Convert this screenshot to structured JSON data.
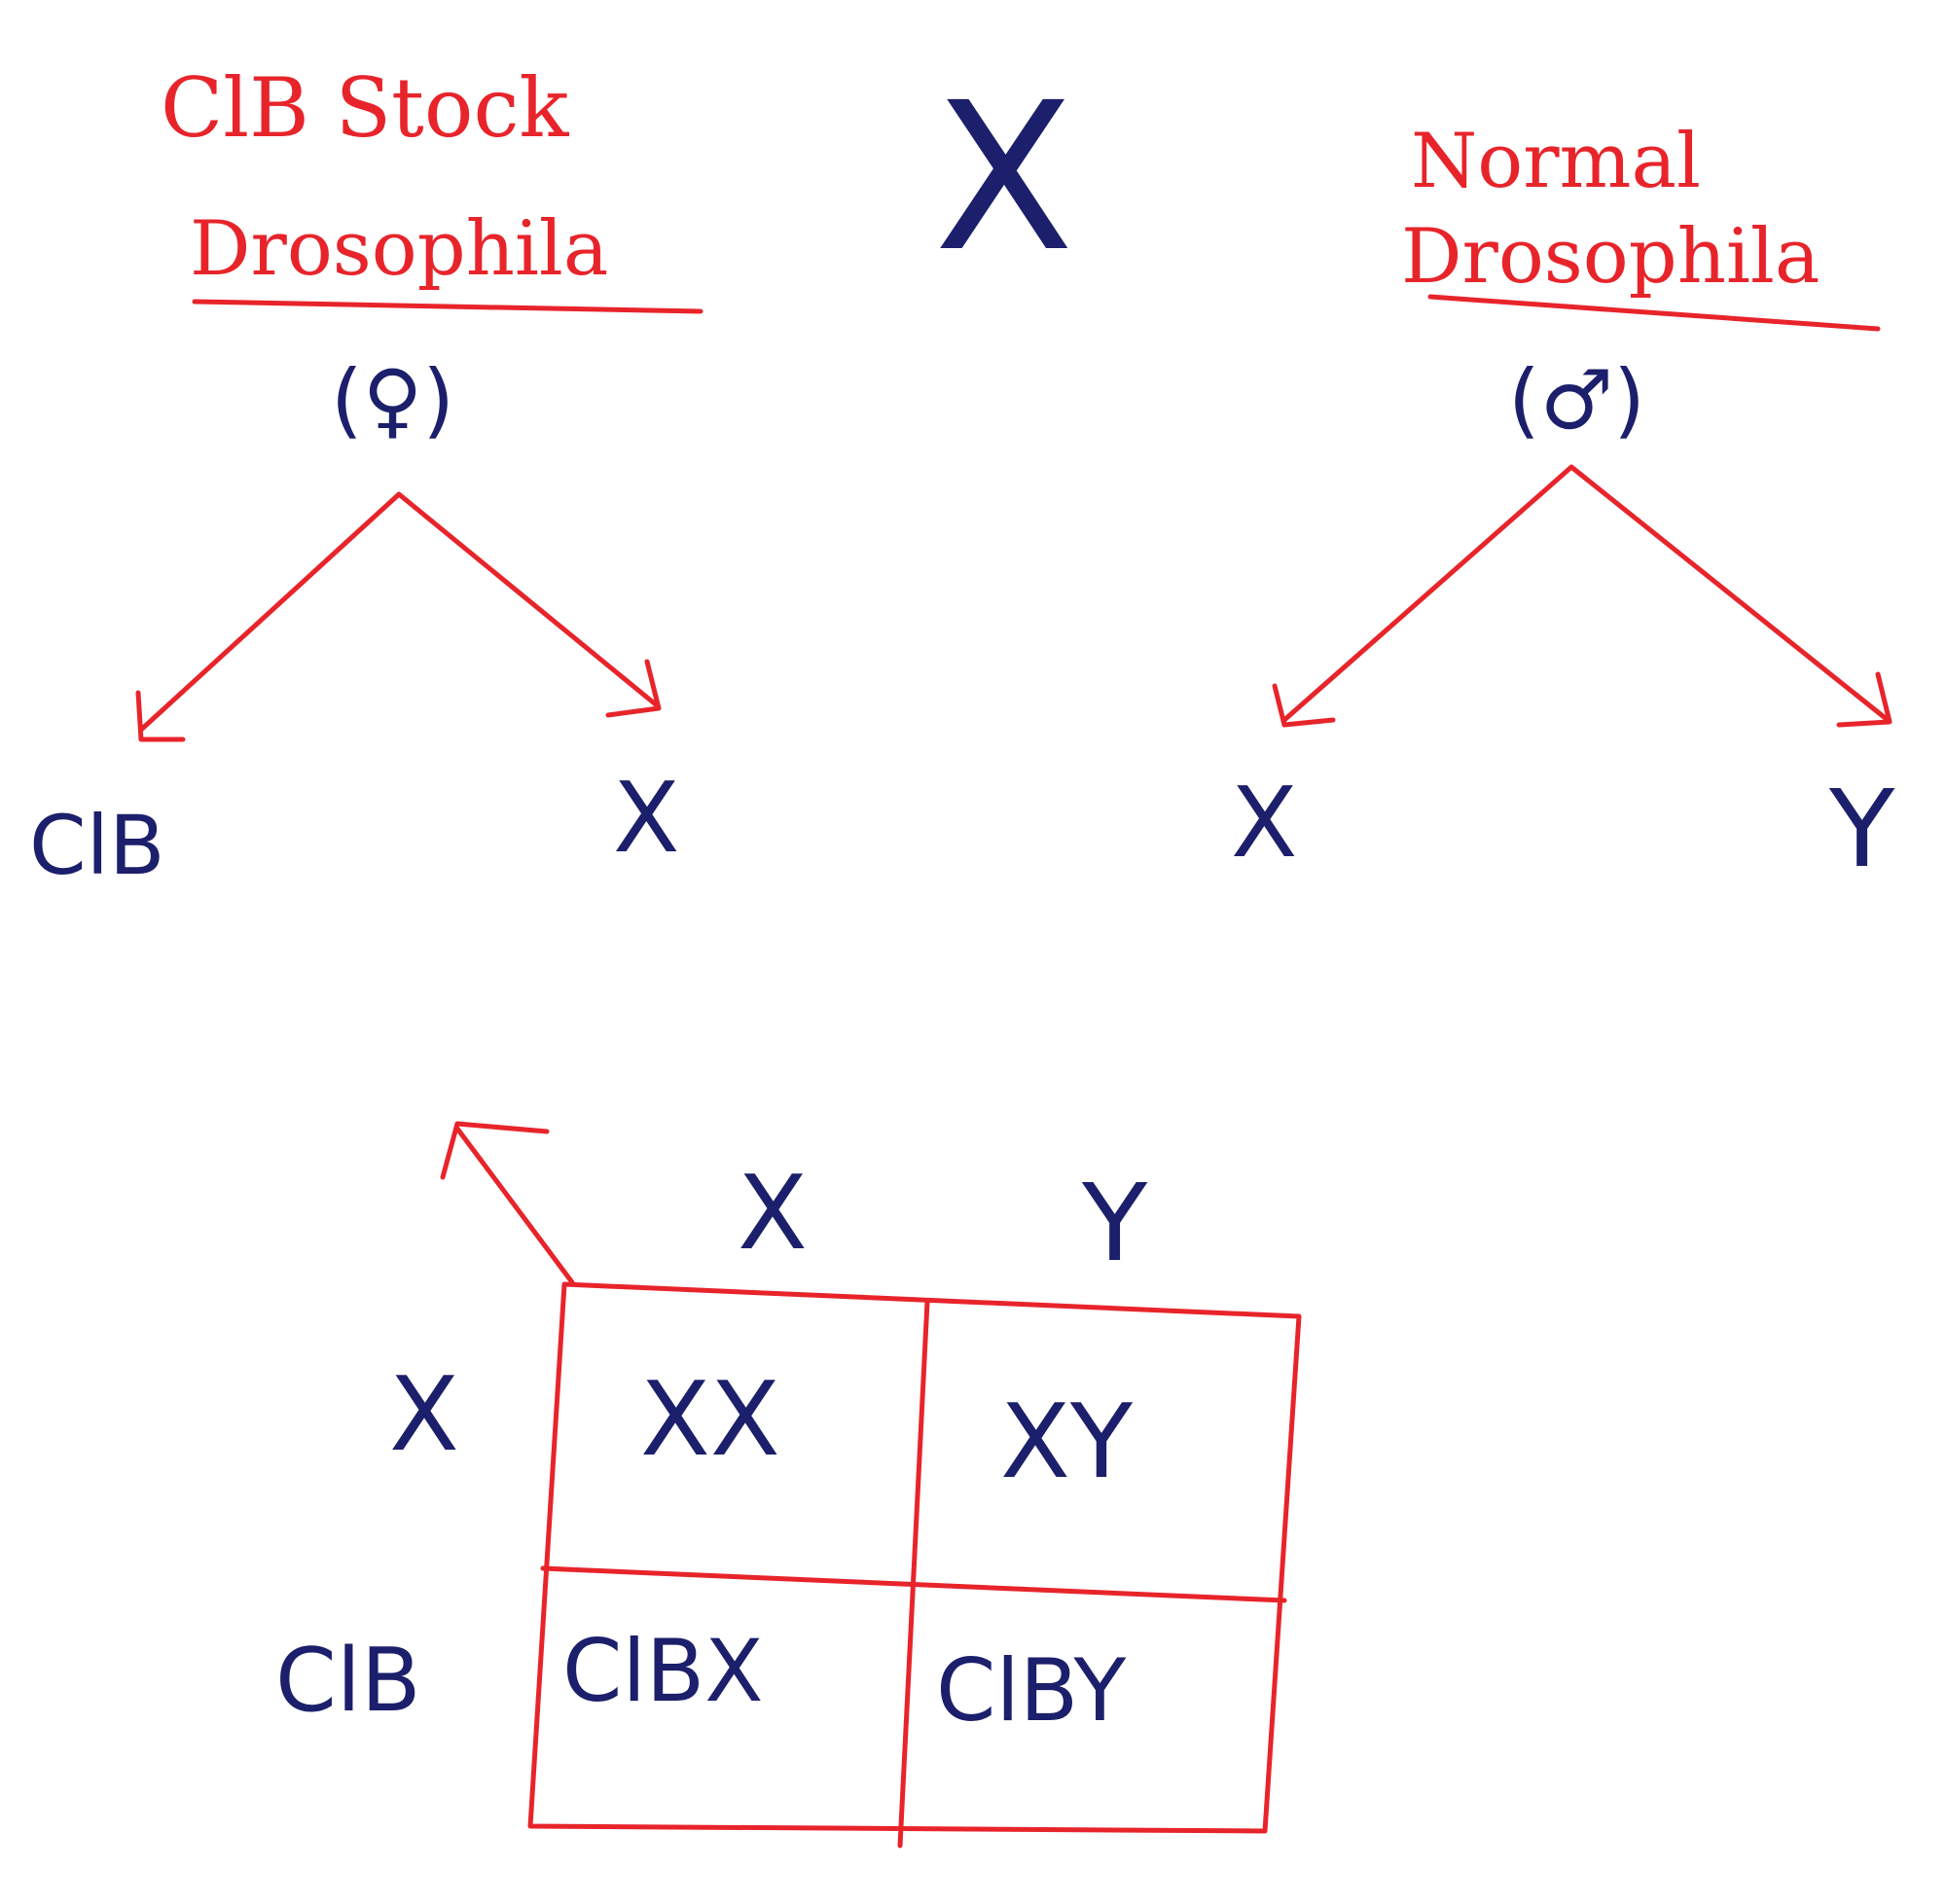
{
  "parents": {
    "female": {
      "title_line1": "ClB Stock",
      "title_line2": "Drosophila",
      "sex_symbol": "(♀)"
    },
    "cross_symbol": "X",
    "male": {
      "title_line1": "Normal",
      "title_line2": "Drosophila",
      "sex_symbol": "(♂)"
    }
  },
  "gametes": {
    "female": [
      "ClB",
      "X"
    ],
    "male": [
      "X",
      "Y"
    ]
  },
  "punnett": {
    "column_headers": [
      "X",
      "Y"
    ],
    "row_headers": [
      "X",
      "ClB"
    ],
    "cells": [
      [
        "XX",
        "XY"
      ],
      [
        "ClBX",
        "ClBY"
      ]
    ]
  },
  "colors": {
    "ink_red": "#e8242b",
    "ink_blue": "#1c1f6b"
  }
}
